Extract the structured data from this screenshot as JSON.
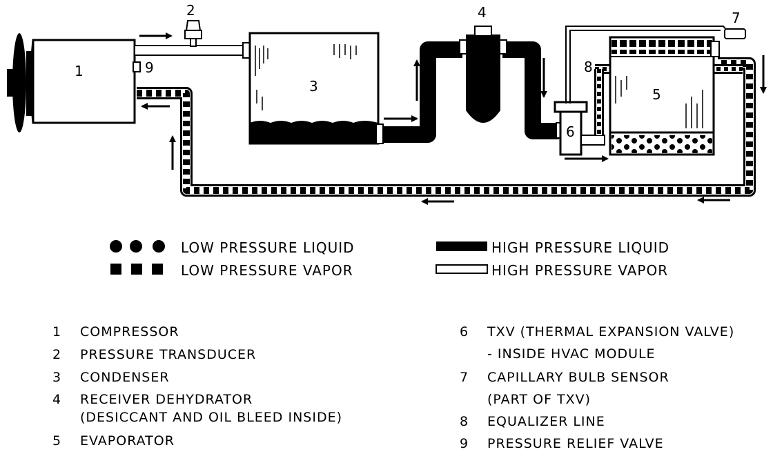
{
  "diagram": {
    "labels": [
      "1",
      "2",
      "3",
      "4",
      "5",
      "6",
      "7",
      "8",
      "9"
    ]
  },
  "legend": {
    "low_pressure_liquid": "LOW PRESSURE LIQUID",
    "low_pressure_vapor": "LOW PRESSURE VAPOR",
    "high_pressure_liquid": "HIGH PRESSURE LIQUID",
    "high_pressure_vapor": "HIGH PRESSURE VAPOR"
  },
  "components": [
    {
      "num": "1",
      "name": "COMPRESSOR"
    },
    {
      "num": "2",
      "name": "PRESSURE TRANSDUCER"
    },
    {
      "num": "3",
      "name": "CONDENSER"
    },
    {
      "num": "4",
      "name": "RECEIVER DEHYDRATOR",
      "name2": "(DESICCANT AND OIL BLEED INSIDE)"
    },
    {
      "num": "5",
      "name": "EVAPORATOR"
    },
    {
      "num": "6",
      "name": "TXV (THERMAL EXPANSION VALVE)",
      "name2": "- INSIDE HVAC MODULE"
    },
    {
      "num": "7",
      "name": "CAPILLARY BULB SENSOR",
      "name2": "(PART OF TXV)"
    },
    {
      "num": "8",
      "name": "EQUALIZER LINE"
    },
    {
      "num": "9",
      "name": "PRESSURE RELIEF VALVE"
    }
  ]
}
